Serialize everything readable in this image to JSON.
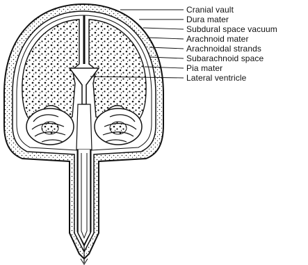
{
  "labels": [
    {
      "id": "cranial-vault",
      "text": "Cranial vault"
    },
    {
      "id": "dura-mater",
      "text": "Dura mater"
    },
    {
      "id": "subdural-space-vacuum",
      "text": "Subdural space vacuum"
    },
    {
      "id": "arachnoid-mater",
      "text": "Arachnoid mater"
    },
    {
      "id": "arachnoidal-strands",
      "text": "Arachnoidal strands"
    },
    {
      "id": "subarachnoid-space",
      "text": "Subarachnoid space"
    },
    {
      "id": "pia-mater",
      "text": "Pia mater"
    },
    {
      "id": "lateral-ventricle",
      "text": "Lateral ventricle"
    }
  ],
  "colors": {
    "ink": "#111111",
    "paper": "#ffffff"
  }
}
